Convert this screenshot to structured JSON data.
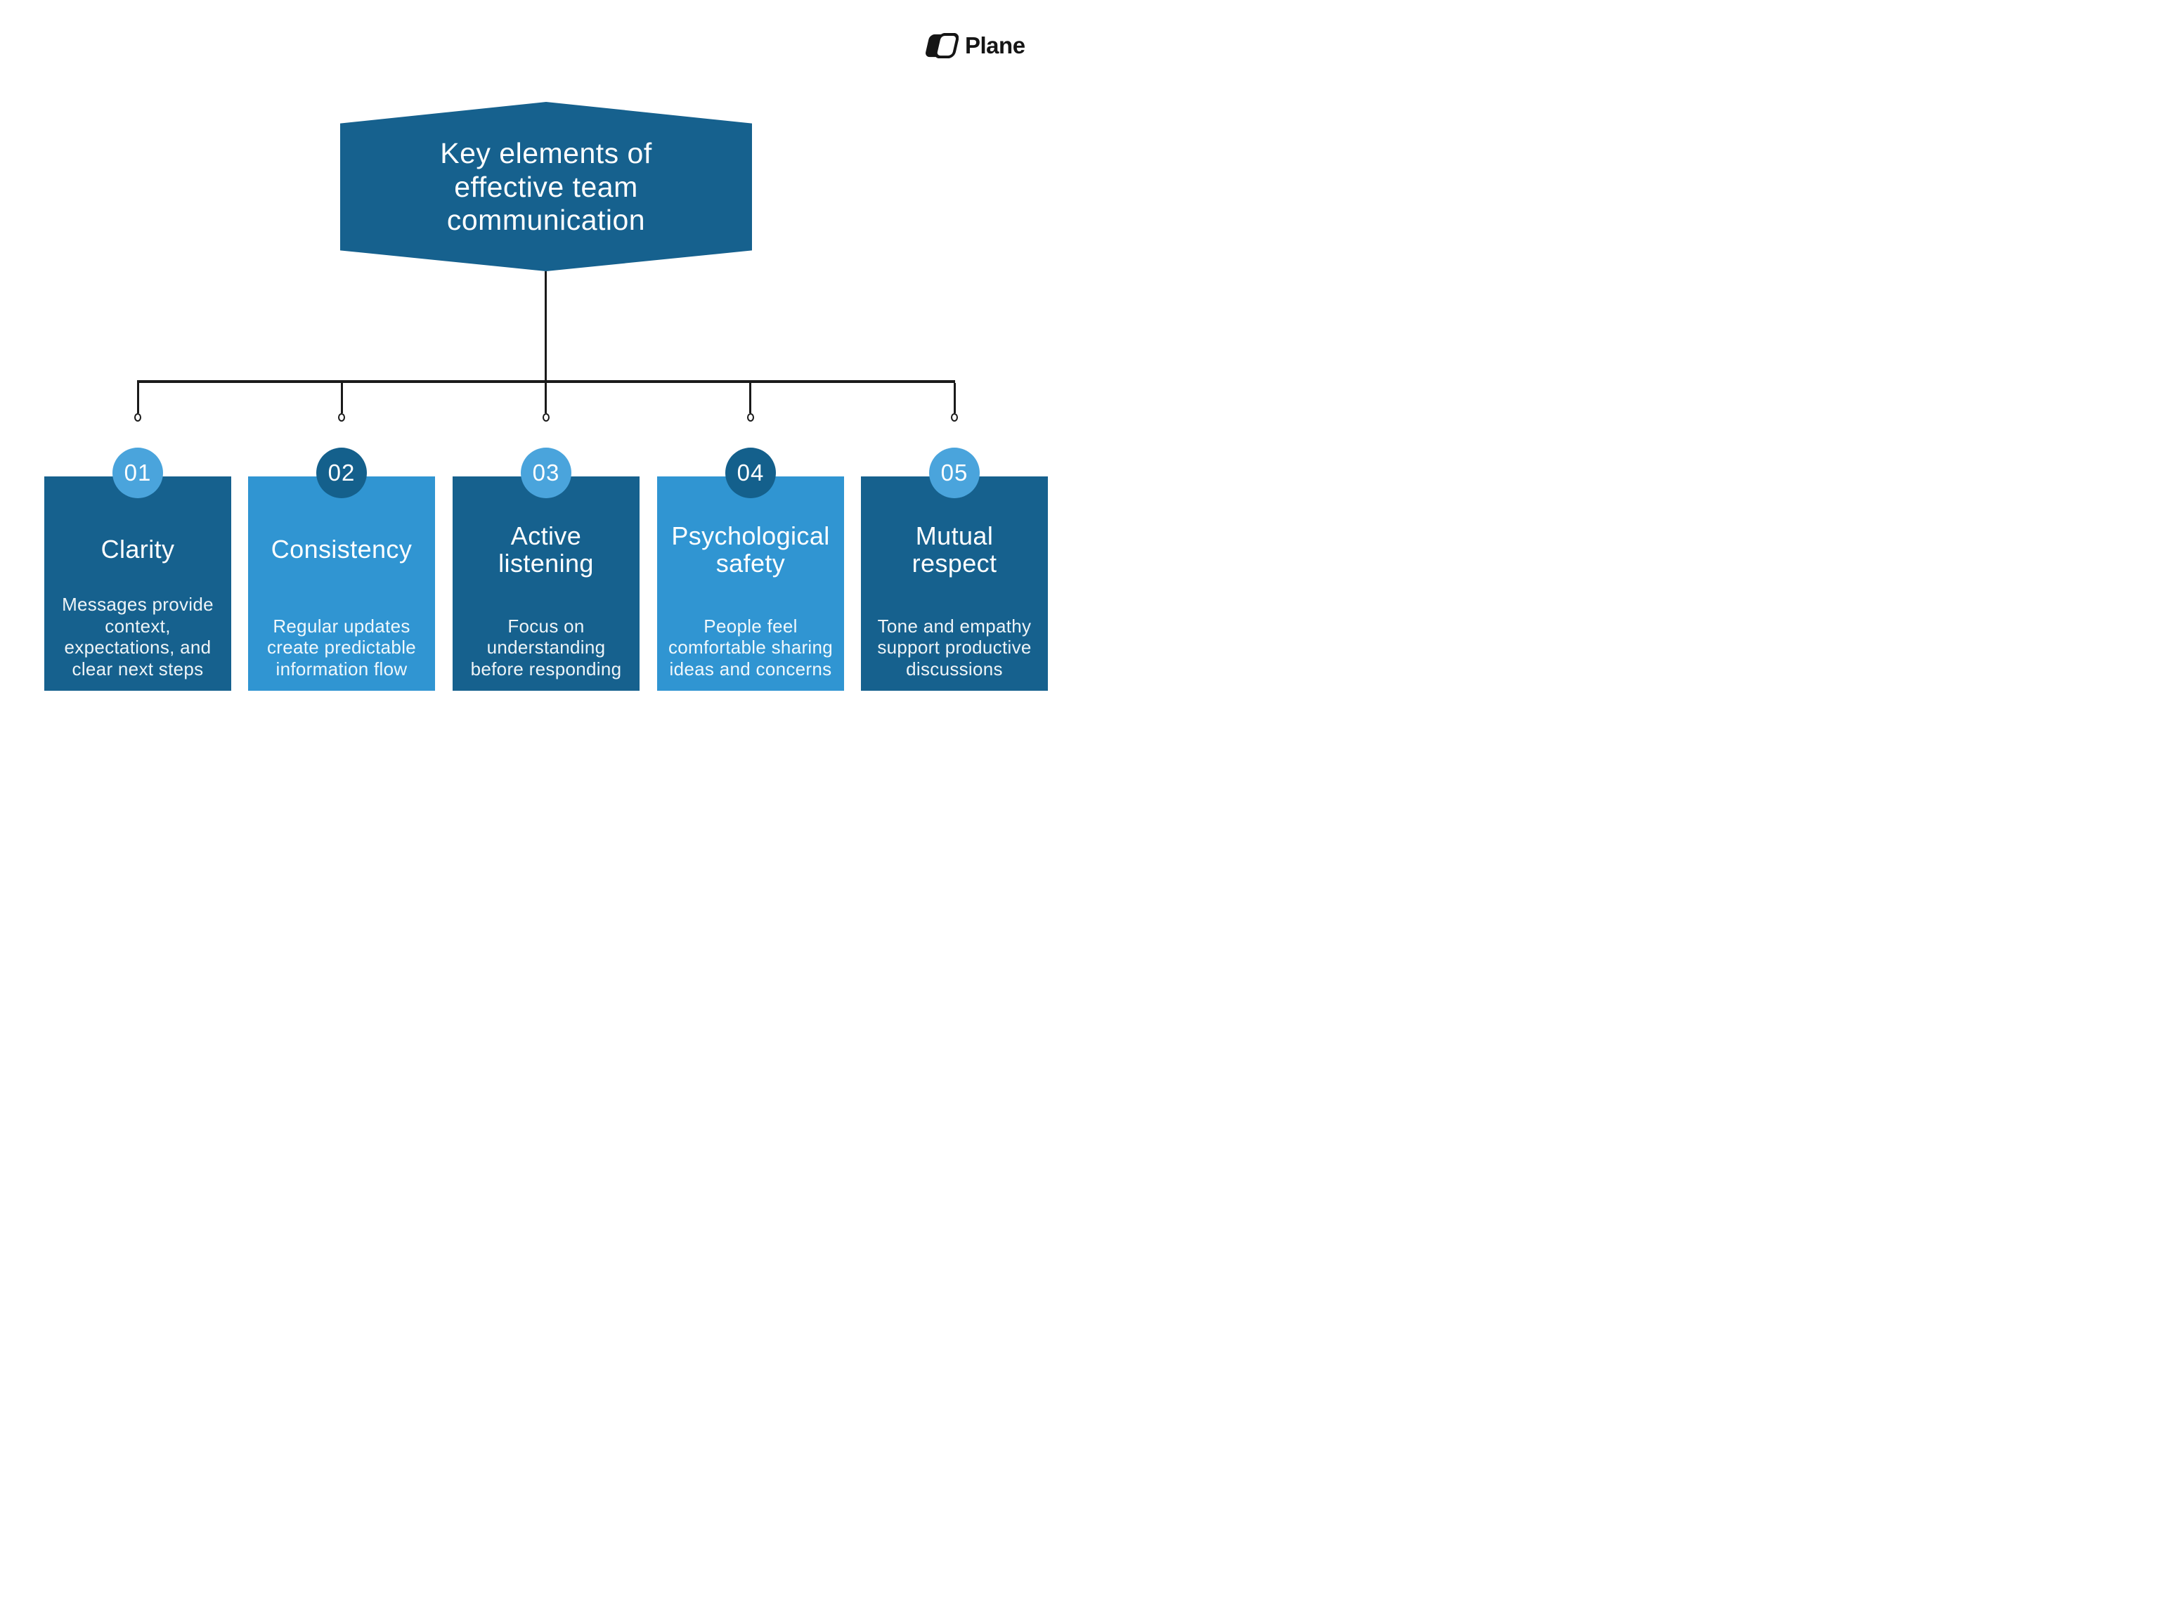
{
  "logo": {
    "name": "Plane"
  },
  "banner": {
    "title": "Key elements of\neffective team\ncommunication"
  },
  "colors": {
    "dark_blue": "#16618E",
    "light_blue": "#3095D2",
    "badge_light_blue": "#4AA4DC",
    "badge_dark_blue": "#14608C",
    "line_black": "#1a1a1a",
    "text_white": "#ffffff"
  },
  "cards": [
    {
      "number": "01",
      "title": "Clarity",
      "body": "Messages provide\ncontext,\nexpectations, and\nclear next steps"
    },
    {
      "number": "02",
      "title": "Consistency",
      "body": "Regular updates\ncreate predictable\ninformation flow"
    },
    {
      "number": "03",
      "title": "Active\nlistening",
      "body": "Focus on\nunderstanding\nbefore responding"
    },
    {
      "number": "04",
      "title": "Psychological\nsafety",
      "body": "People feel\ncomfortable sharing\nideas and concerns"
    },
    {
      "number": "05",
      "title": "Mutual\nrespect",
      "body": "Tone and empathy\nsupport productive\ndiscussions"
    }
  ]
}
